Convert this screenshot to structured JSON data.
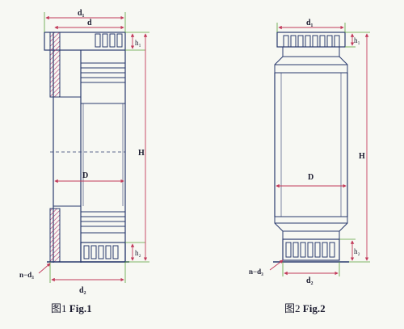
{
  "figures": [
    {
      "caption_cn": "图1",
      "caption_en": "Fig.1",
      "labels": {
        "d1": "d₁",
        "d": "d",
        "h1": "h₁",
        "H": "H",
        "D": "D",
        "h2": "h₂",
        "nd3": "n−d₃",
        "d2": "d₂"
      }
    },
    {
      "caption_cn": "图2",
      "caption_en": "Fig.2",
      "labels": {
        "d1": "d₁",
        "h1": "h₁",
        "H": "H",
        "D": "D",
        "h2": "h₂",
        "nd3": "n−d₃",
        "d2": "d₂"
      }
    }
  ],
  "colors": {
    "outline": "#2a3a6e",
    "dimension": "#c23a5a",
    "extension": "#5aa03a",
    "hatch": "#b0306a",
    "background": "#f7f8f3"
  }
}
